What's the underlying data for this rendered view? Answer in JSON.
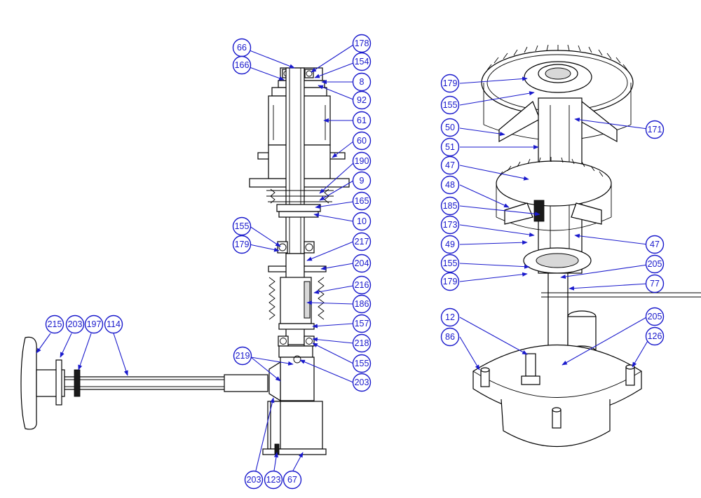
{
  "callouts_left": [
    {
      "id": "b66",
      "label": "66"
    },
    {
      "id": "b178",
      "label": "178"
    },
    {
      "id": "b166",
      "label": "166"
    },
    {
      "id": "b154",
      "label": "154"
    },
    {
      "id": "b8",
      "label": "8"
    },
    {
      "id": "b92",
      "label": "92"
    },
    {
      "id": "b61",
      "label": "61"
    },
    {
      "id": "b60",
      "label": "60"
    },
    {
      "id": "b190",
      "label": "190"
    },
    {
      "id": "b9",
      "label": "9"
    },
    {
      "id": "b165",
      "label": "165"
    },
    {
      "id": "b10",
      "label": "10"
    },
    {
      "id": "b155a",
      "label": "155"
    },
    {
      "id": "b179a",
      "label": "179"
    },
    {
      "id": "b217",
      "label": "217"
    },
    {
      "id": "b204",
      "label": "204"
    },
    {
      "id": "b216",
      "label": "216"
    },
    {
      "id": "b186",
      "label": "186"
    },
    {
      "id": "b157",
      "label": "157"
    },
    {
      "id": "b218",
      "label": "218"
    },
    {
      "id": "b155b",
      "label": "155"
    },
    {
      "id": "b219",
      "label": "219"
    },
    {
      "id": "b203a",
      "label": "203"
    },
    {
      "id": "b215",
      "label": "215"
    },
    {
      "id": "b203b",
      "label": "203"
    },
    {
      "id": "b197",
      "label": "197"
    },
    {
      "id": "b114",
      "label": "114"
    },
    {
      "id": "b203c",
      "label": "203"
    },
    {
      "id": "b123",
      "label": "123"
    },
    {
      "id": "b67",
      "label": "67"
    }
  ],
  "callouts_right": [
    {
      "id": "r179a",
      "label": "179"
    },
    {
      "id": "r155a",
      "label": "155"
    },
    {
      "id": "r50",
      "label": "50"
    },
    {
      "id": "r171",
      "label": "171"
    },
    {
      "id": "r51",
      "label": "51"
    },
    {
      "id": "r47a",
      "label": "47"
    },
    {
      "id": "r48",
      "label": "48"
    },
    {
      "id": "r185",
      "label": "185"
    },
    {
      "id": "r173",
      "label": "173"
    },
    {
      "id": "r49",
      "label": "49"
    },
    {
      "id": "r47b",
      "label": "47"
    },
    {
      "id": "r155b",
      "label": "155"
    },
    {
      "id": "r205a",
      "label": "205"
    },
    {
      "id": "r179b",
      "label": "179"
    },
    {
      "id": "r77",
      "label": "77"
    },
    {
      "id": "r12",
      "label": "12"
    },
    {
      "id": "r205b",
      "label": "205"
    },
    {
      "id": "r86",
      "label": "86"
    },
    {
      "id": "r126",
      "label": "126"
    }
  ],
  "colors": {
    "callout": "#1a1acc",
    "line": "#000000"
  }
}
